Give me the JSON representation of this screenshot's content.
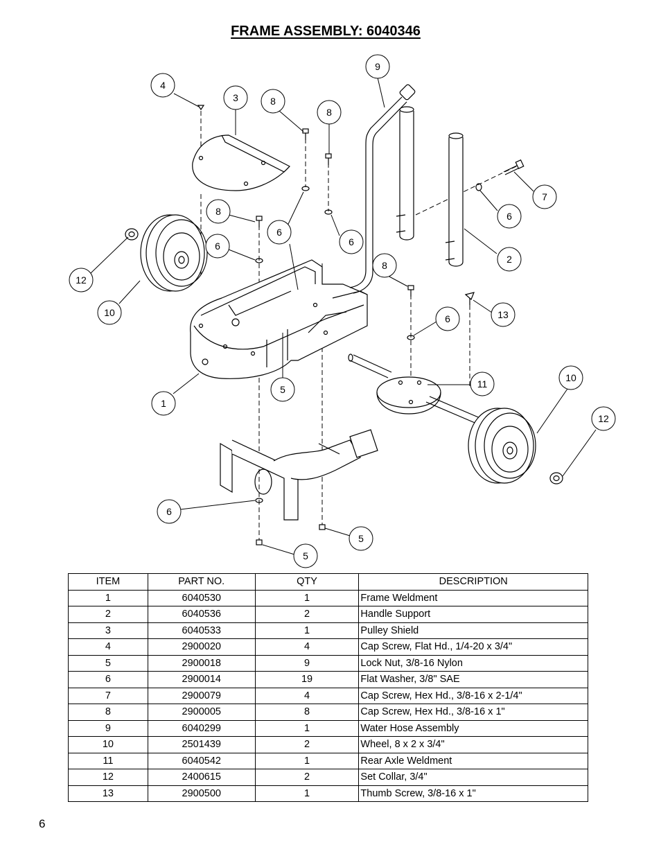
{
  "title": "FRAME ASSEMBLY:  6040346",
  "page_number": "6",
  "table": {
    "headers": [
      "ITEM",
      "PART NO.",
      "QTY",
      "DESCRIPTION"
    ],
    "rows": [
      [
        "1",
        "6040530",
        "1",
        "Frame Weldment"
      ],
      [
        "2",
        "6040536",
        "2",
        "Handle Support"
      ],
      [
        "3",
        "6040533",
        "1",
        "Pulley Shield"
      ],
      [
        "4",
        "2900020",
        "4",
        "Cap Screw, Flat Hd., 1/4-20 x 3/4\""
      ],
      [
        "5",
        "2900018",
        "9",
        "Lock Nut, 3/8-16 Nylon"
      ],
      [
        "6",
        "2900014",
        "19",
        "Flat Washer, 3/8\" SAE"
      ],
      [
        "7",
        "2900079",
        "4",
        "Cap Screw, Hex Hd., 3/8-16 x 2-1/4\""
      ],
      [
        "8",
        "2900005",
        "8",
        "Cap Screw, Hex Hd., 3/8-16 x 1\""
      ],
      [
        "9",
        "6040299",
        "1",
        "Water Hose Assembly"
      ],
      [
        "10",
        "2501439",
        "2",
        "Wheel, 8 x 2 x 3/4\""
      ],
      [
        "11",
        "6040542",
        "1",
        "Rear Axle Weldment"
      ],
      [
        "12",
        "2400615",
        "2",
        "Set Collar, 3/4\""
      ],
      [
        "13",
        "2900500",
        "1",
        "Thumb Screw, 3/8-16 x 1\""
      ]
    ]
  },
  "callouts": [
    "9",
    "4",
    "3",
    "8",
    "8",
    "7",
    "6",
    "8",
    "6",
    "6",
    "2",
    "6",
    "8",
    "12",
    "10",
    "13",
    "6",
    "11",
    "10",
    "1",
    "5",
    "12",
    "6",
    "5",
    "5"
  ]
}
